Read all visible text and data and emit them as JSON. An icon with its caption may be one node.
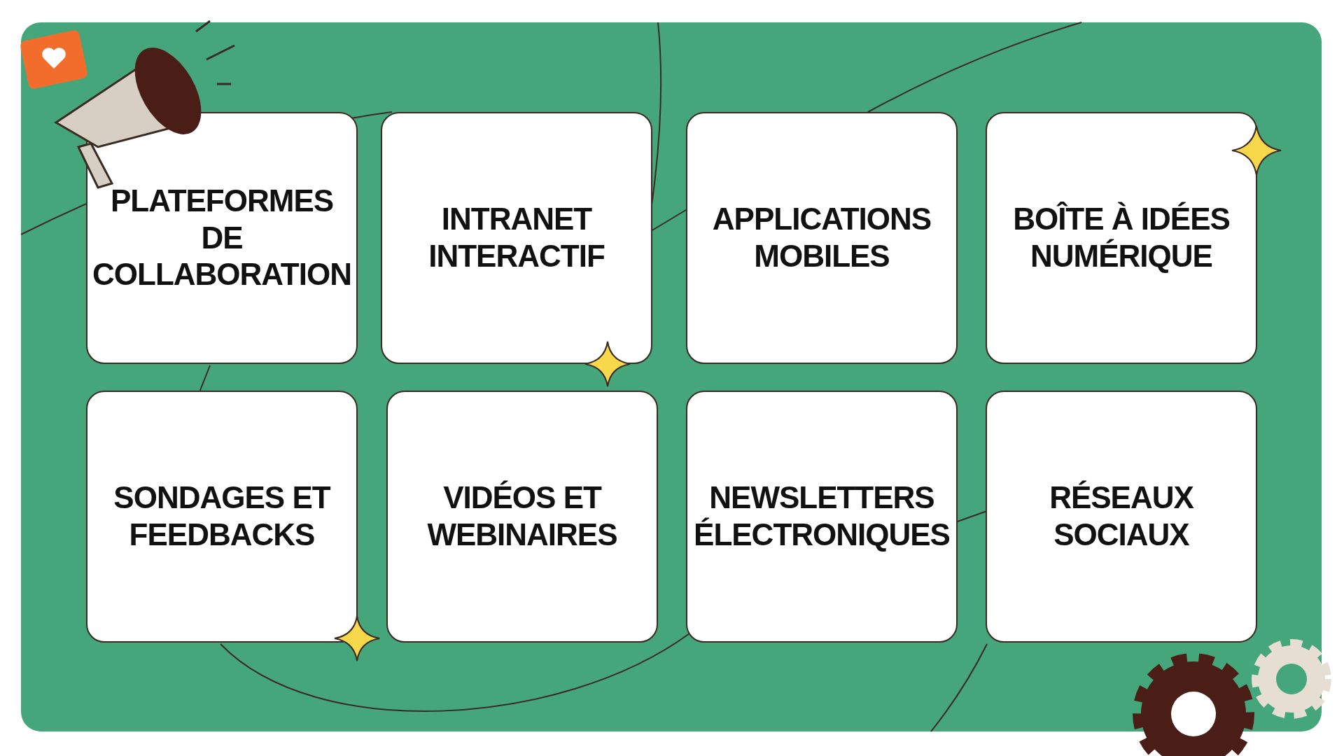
{
  "diagram": {
    "nodes": [
      {
        "text": [
          "PLATEFORMES DE COLLABORATION"
        ]
      },
      {
        "text": [
          "INTRANET INTERACTIF"
        ]
      },
      {
        "text": [
          "APPLICATIONS MOBILES"
        ]
      },
      {
        "text": [
          "BOÎTE À IDÉES NUMÉRIQUE"
        ]
      },
      {
        "text": [
          "SONDAGES ET FEEDBACKS"
        ]
      },
      {
        "text": [
          "VIDÉOS ET WEBINAIRES"
        ]
      },
      {
        "text": [
          "NEWSLETTERS ÉLECTRONIQUES"
        ]
      },
      {
        "text": [
          "RÉSEAUX SOCIAUX"
        ]
      }
    ]
  }
}
